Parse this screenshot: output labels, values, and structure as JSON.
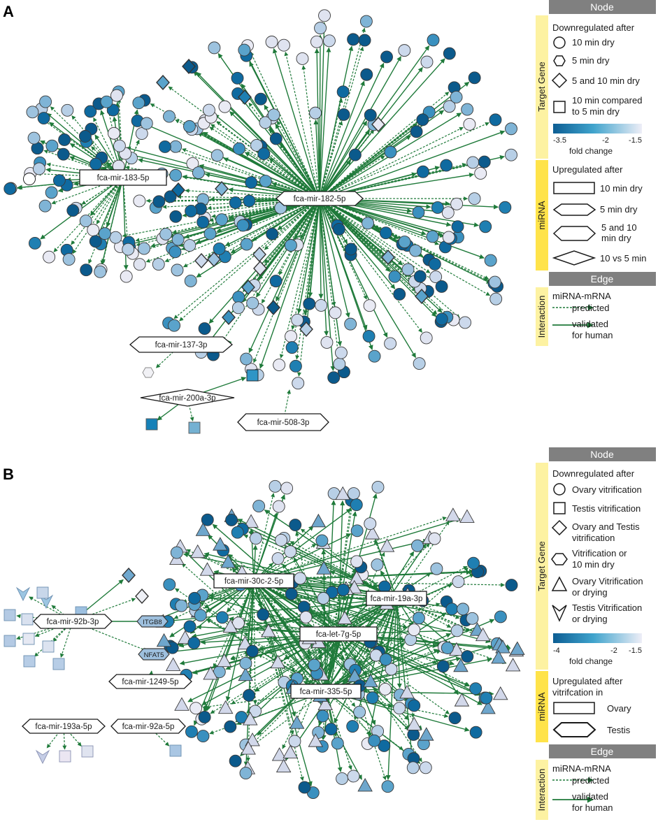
{
  "panels": [
    {
      "letter": "A",
      "mirnas": [
        {
          "label": "fca-mir-183-5p",
          "shape": "rect"
        },
        {
          "label": "fca-mir-182-5p",
          "shape": "hex"
        },
        {
          "label": "fca-mir-137-3p",
          "shape": "hexw"
        },
        {
          "label": "fca-mir-200a-3p",
          "shape": "diamondw"
        },
        {
          "label": "fca-mir-508-3p",
          "shape": "hexw"
        }
      ],
      "legend": {
        "node_header": "Node",
        "target_label": "Target Gene",
        "down_title": "Downregulated after",
        "target_items": [
          {
            "label": "10 min dry",
            "shape": "circle"
          },
          {
            "label": "5 min dry",
            "shape": "hexagon"
          },
          {
            "label": "5 and 10 min dry",
            "shape": "diamond"
          },
          {
            "label": "10 min compared",
            "label2": "to 5 min dry",
            "shape": "square"
          }
        ],
        "scale_min": "-3.5",
        "scale_mid": "-2",
        "scale_max": "-1.5",
        "scale_caption": "fold change",
        "mirna_label": "miRNA",
        "up_title": "Upregulated after",
        "mirna_items": [
          {
            "label": "10 min dry",
            "shape": "rect"
          },
          {
            "label": "5 min dry",
            "shape": "hexflat"
          },
          {
            "label": "5 and 10",
            "label2": "min dry",
            "shape": "hexwide"
          },
          {
            "label": "10 vs 5 min",
            "shape": "diamondwide"
          }
        ],
        "edge_header": "Edge",
        "interaction_label": "Interaction",
        "edge_title": "miRNA-mRNA",
        "predicted": "predicted",
        "validated": "validated",
        "validated2": "for human"
      }
    },
    {
      "letter": "B",
      "mirnas": [
        {
          "label": "fca-mir-30c-2-5p",
          "shape": "rect"
        },
        {
          "label": "fca-mir-19a-3p",
          "shape": "rect"
        },
        {
          "label": "fca-let-7g-5p",
          "shape": "rect"
        },
        {
          "label": "fca-mir-335-5p",
          "shape": "rect"
        },
        {
          "label": "fca-mir-92b-3p",
          "shape": "hexw"
        },
        {
          "label": "fca-mir-1249-5p",
          "shape": "hexw"
        },
        {
          "label": "fca-mir-193a-5p",
          "shape": "hexw"
        },
        {
          "label": "fca-mir-92a-5p",
          "shape": "hexw"
        }
      ],
      "genes": [
        {
          "label": "ITGB8"
        },
        {
          "label": "NFAT5"
        }
      ],
      "legend": {
        "node_header": "Node",
        "target_label": "Target Gene",
        "down_title": "Downregulated after",
        "target_items": [
          {
            "label": "Ovary vitrification",
            "shape": "circle"
          },
          {
            "label": "Testis vitrification",
            "shape": "square"
          },
          {
            "label": "Ovary and Testis",
            "label2": "vitrification",
            "shape": "diamond"
          },
          {
            "label": "Vitrification or",
            "label2": "10 min dry",
            "shape": "hexagon"
          },
          {
            "label": "Ovary Vitrification",
            "label2": "or drying",
            "shape": "triangle"
          },
          {
            "label": "Testis Vitrification",
            "label2": "or drying",
            "shape": "vee"
          }
        ],
        "scale_min": "-4",
        "scale_mid": "-2",
        "scale_max": "-1.5",
        "scale_caption": "fold change",
        "mirna_label": "miRNA",
        "up_title": "Upregulated after",
        "up_title2": "vitrifcation in",
        "mirna_items": [
          {
            "label": "Ovary",
            "shape": "rect"
          },
          {
            "label": "Testis",
            "shape": "hexwide"
          }
        ],
        "edge_header": "Edge",
        "interaction_label": "Interaction",
        "edge_title": "miRNA-mRNA",
        "predicted": "predicted",
        "validated": "validated",
        "validated2": "for human"
      }
    }
  ],
  "colors": {
    "edge_green": "#1f7a3a",
    "fold_dark": "#0d5e94",
    "fold_mid": "#3fa3cc",
    "fold_light": "#e9eaf4",
    "legend_header": "#808080",
    "legend_side_yellow": "#fdf2a2",
    "legend_side_bright": "#ffe34a"
  }
}
